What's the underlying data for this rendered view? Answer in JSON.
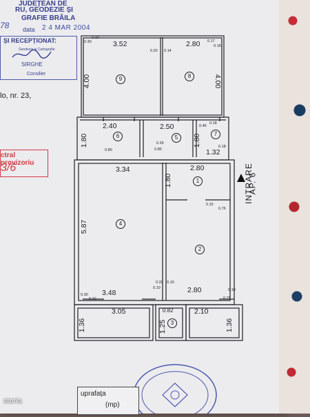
{
  "header": {
    "line1": "JUDEȚEAN DE",
    "line2": "RU, GEODEZIE ȘI",
    "line3": "GRAFIE BRĂILA",
    "number": "78",
    "data_label": "data",
    "date": "2 4 MAR 2004",
    "receptioned": "ȘI RECEPȚIONAT:",
    "receptioned_sub": "Geodezie și Cartografie",
    "signature_name": "SIRGHE",
    "official_role": "Consilier",
    "address_fragment": "lo, nr. 23,",
    "provisional": "ctral provizoriu",
    "provisional_number": "3/6"
  },
  "plan": {
    "entrance": "INTRARE",
    "apartment": "AP. 6",
    "rooms": [
      "1",
      "2",
      "3",
      "4",
      "5",
      "6",
      "7",
      "8",
      "9"
    ],
    "dimensions": {
      "r9_width": "3.52",
      "r9_height": "4.00",
      "r8_width": "2.80",
      "r8_height": "4.00",
      "r6_width": "2.40",
      "r6_height": "1.80",
      "r5_width": "2.50",
      "r7_height": "1.80",
      "r7_width": "1.32",
      "hall_width": "3.34",
      "hall_entry": "2.80",
      "r1_height": "1.80",
      "r4_height": "5.87",
      "r4_width": "3.48",
      "r2_width": "2.80",
      "balcony_left_width": "3.05",
      "balcony_left_height": "1.36",
      "r3_width": "2.10",
      "r3_height": "1.25",
      "r3_small": "0.82",
      "balcony_right_height": "1.36"
    },
    "small_marks": {
      "a": "0.30",
      "b": "0.10",
      "c": "0.20",
      "d": "0.14",
      "e": "0.17",
      "f": "0.18",
      "g": "0.18",
      "h": "0.46",
      "i": "0.18",
      "j": "0.80",
      "k": "0.26",
      "l": "0.80",
      "m": "0.15",
      "n": "0.76",
      "o": "0.30",
      "p": "0.10",
      "q": "0.20",
      "r": "0.10",
      "s": "0.10",
      "t": "0.10",
      "u": "0.25"
    }
  },
  "footer": {
    "area_label_1": "uprafața",
    "area_label_2": "(mp)",
    "site_logo": "storia"
  },
  "colors": {
    "paper": "#ecebee",
    "ink": "#1d1d22",
    "stamp_blue": "#3c4aa6",
    "stamp_red": "#d13a43"
  }
}
